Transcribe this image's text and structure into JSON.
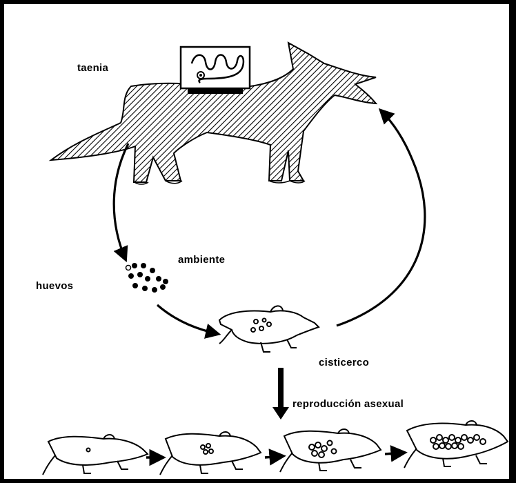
{
  "labels": {
    "taenia": "taenia",
    "ambiente": "ambiente",
    "huevos": "huevos",
    "cisticerco": "cisticerco",
    "reproduccion": "reproducción asexual"
  },
  "colors": {
    "ink": "#000000",
    "background": "#ffffff"
  },
  "icons": [
    "fox-icon",
    "tapeworm-icon",
    "eggs-icon",
    "rodent-icon",
    "down-arrow-icon",
    "right-arrow-icon"
  ],
  "sequence": {
    "stages": 4,
    "cyst_counts": [
      1,
      4,
      7,
      14
    ]
  }
}
